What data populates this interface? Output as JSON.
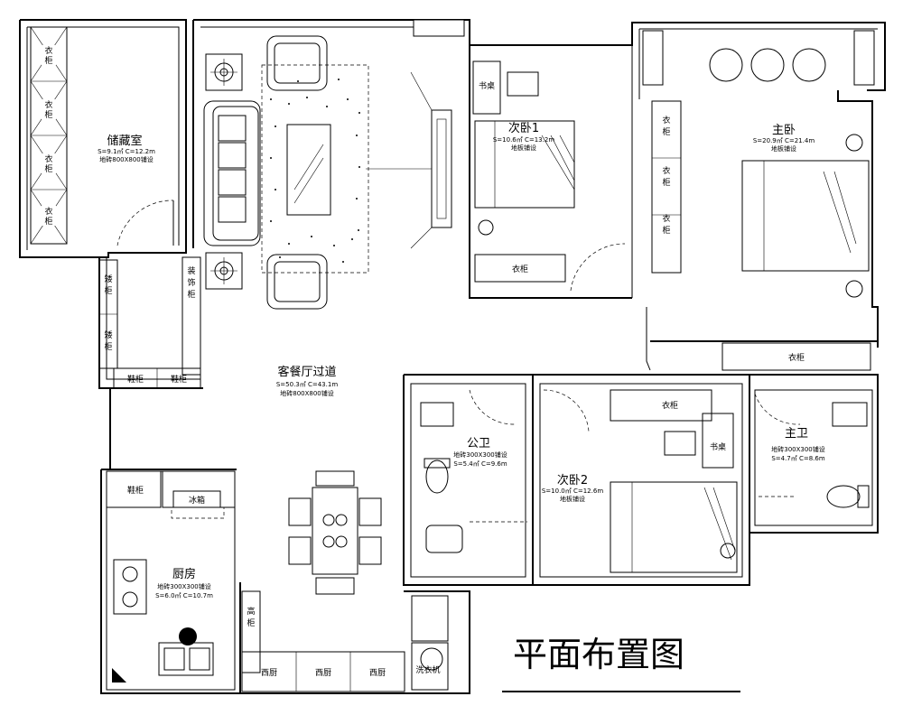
{
  "title": "平面布置图",
  "rooms": {
    "storage": {
      "name": "储藏室",
      "area": "S=9.1㎡ C=12.2m",
      "floor": "地砖800X800铺设"
    },
    "living": {
      "name": "客餐厅过道",
      "area": "S=50.3㎡ C=43.1m",
      "floor": "地砖800X800铺设"
    },
    "bed2": {
      "name": "次卧1",
      "area": "S=10.6㎡ C=13.2m",
      "floor": "地板铺设"
    },
    "master": {
      "name": "主卧",
      "area": "S=20.9㎡ C=21.4m",
      "floor": "地板铺设"
    },
    "public_bath": {
      "name": "公卫",
      "area": "S=5.4㎡ C=9.6m",
      "floor": "地砖300X300铺设"
    },
    "bed3": {
      "name": "次卧2",
      "area": "S=10.0㎡ C=12.6m",
      "floor": "地板铺设"
    },
    "master_bath": {
      "name": "主卫",
      "area": "S=4.7㎡ C=8.6m",
      "floor": "地砖300X300铺设"
    },
    "kitchen": {
      "name": "厨房",
      "area": "S=6.0㎡ C=10.7m",
      "floor": "地砖300X300铺设"
    }
  },
  "labels": {
    "wardrobe": "衣柜",
    "wardrobe_char1": "衣",
    "wardrobe_char2": "柜",
    "shoe_cabinet": "鞋柜",
    "deco_cabinet": [
      "装",
      "饰",
      "柜"
    ],
    "low_cabinet": [
      "矮",
      "柜"
    ],
    "fridge": "冰箱",
    "tall_cabinet": [
      "高",
      "柜"
    ],
    "west_kitchen": "西厨",
    "washer": "洗衣机",
    "desk": "书桌"
  }
}
